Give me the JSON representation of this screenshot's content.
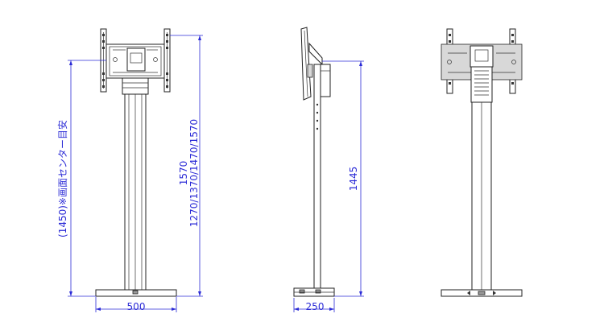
{
  "colors": {
    "dimension": "#2b2bd6",
    "outline": "#222222",
    "background": "#ffffff"
  },
  "dimensions": {
    "front_width": "500",
    "front_center_height": "(1450)※画面センター目安",
    "front_height_main": "1570",
    "front_height_options": "1270/1370/1470/1570",
    "side_depth": "250",
    "side_height": "1445"
  }
}
